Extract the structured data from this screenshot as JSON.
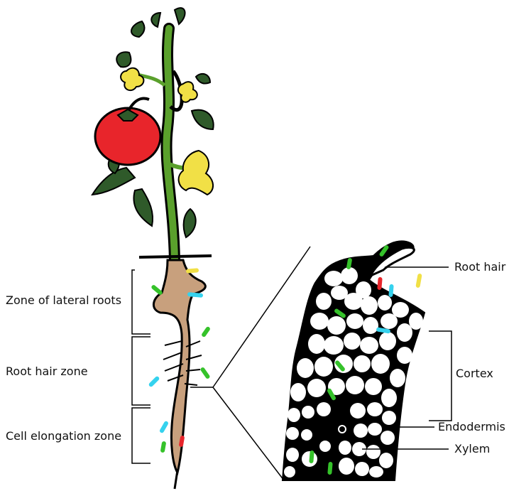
{
  "labels": {
    "zone_lateral_roots": "Zone of lateral roots",
    "root_hair_zone": "Root hair zone",
    "cell_elongation_zone": "Cell elongation zone",
    "root_hair": "Root hair",
    "cortex": "Cortex",
    "endodermis": "Endodermis",
    "xylem": "Xylem"
  },
  "colors": {
    "tomato": "#e8252b",
    "stem": "#5aa02c",
    "leaf": "#2f5a2a",
    "flower": "#f1e046",
    "root": "#c8a07d",
    "marker_green": "#35c22a",
    "marker_cyan": "#35d2ee",
    "marker_red": "#e8252b",
    "marker_yellow": "#f1e046"
  }
}
